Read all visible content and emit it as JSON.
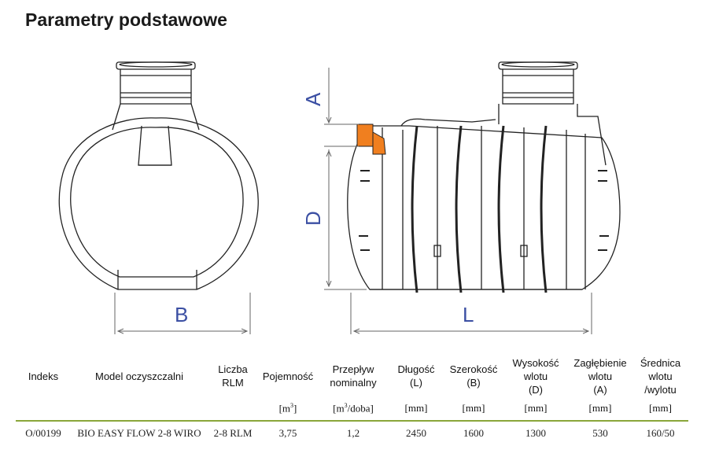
{
  "title": "Parametry podstawowe",
  "dimension_labels": {
    "A": "A",
    "B": "B",
    "D": "D",
    "L": "L"
  },
  "accent_color": "#f07f1f",
  "dimension_color": "#3b4fa3",
  "table": {
    "headers": [
      [
        "Indeks"
      ],
      [
        "Model oczyszczalni"
      ],
      [
        "Liczba",
        "RLM"
      ],
      [
        "Pojemność"
      ],
      [
        "Przepływ",
        "nominalny"
      ],
      [
        "Długość",
        "(L)"
      ],
      [
        "Szerokość",
        "(B)"
      ],
      [
        "Wysokość",
        "wlotu",
        "(D)"
      ],
      [
        "Zagłębienie",
        "wlotu",
        "(A)"
      ],
      [
        "Średnica",
        "wlotu",
        "/wylotu"
      ]
    ],
    "units": {
      "c0": "",
      "c1": "",
      "c2": "",
      "c3_base": "[m",
      "c3_sup": "3",
      "c3_end": "]",
      "c4_base": "[m",
      "c4_sup": "3",
      "c4_end": "/doba]",
      "c5": "[mm]",
      "c6": "[mm]",
      "c7": "[mm]",
      "c8": "[mm]",
      "c9": "[mm]"
    },
    "row": [
      "O/00199",
      "BIO EASY FLOW 2-8 WIRO",
      "2-8 RLM",
      "3,75",
      "1,2",
      "2450",
      "1600",
      "1300",
      "530",
      "160/50"
    ]
  }
}
